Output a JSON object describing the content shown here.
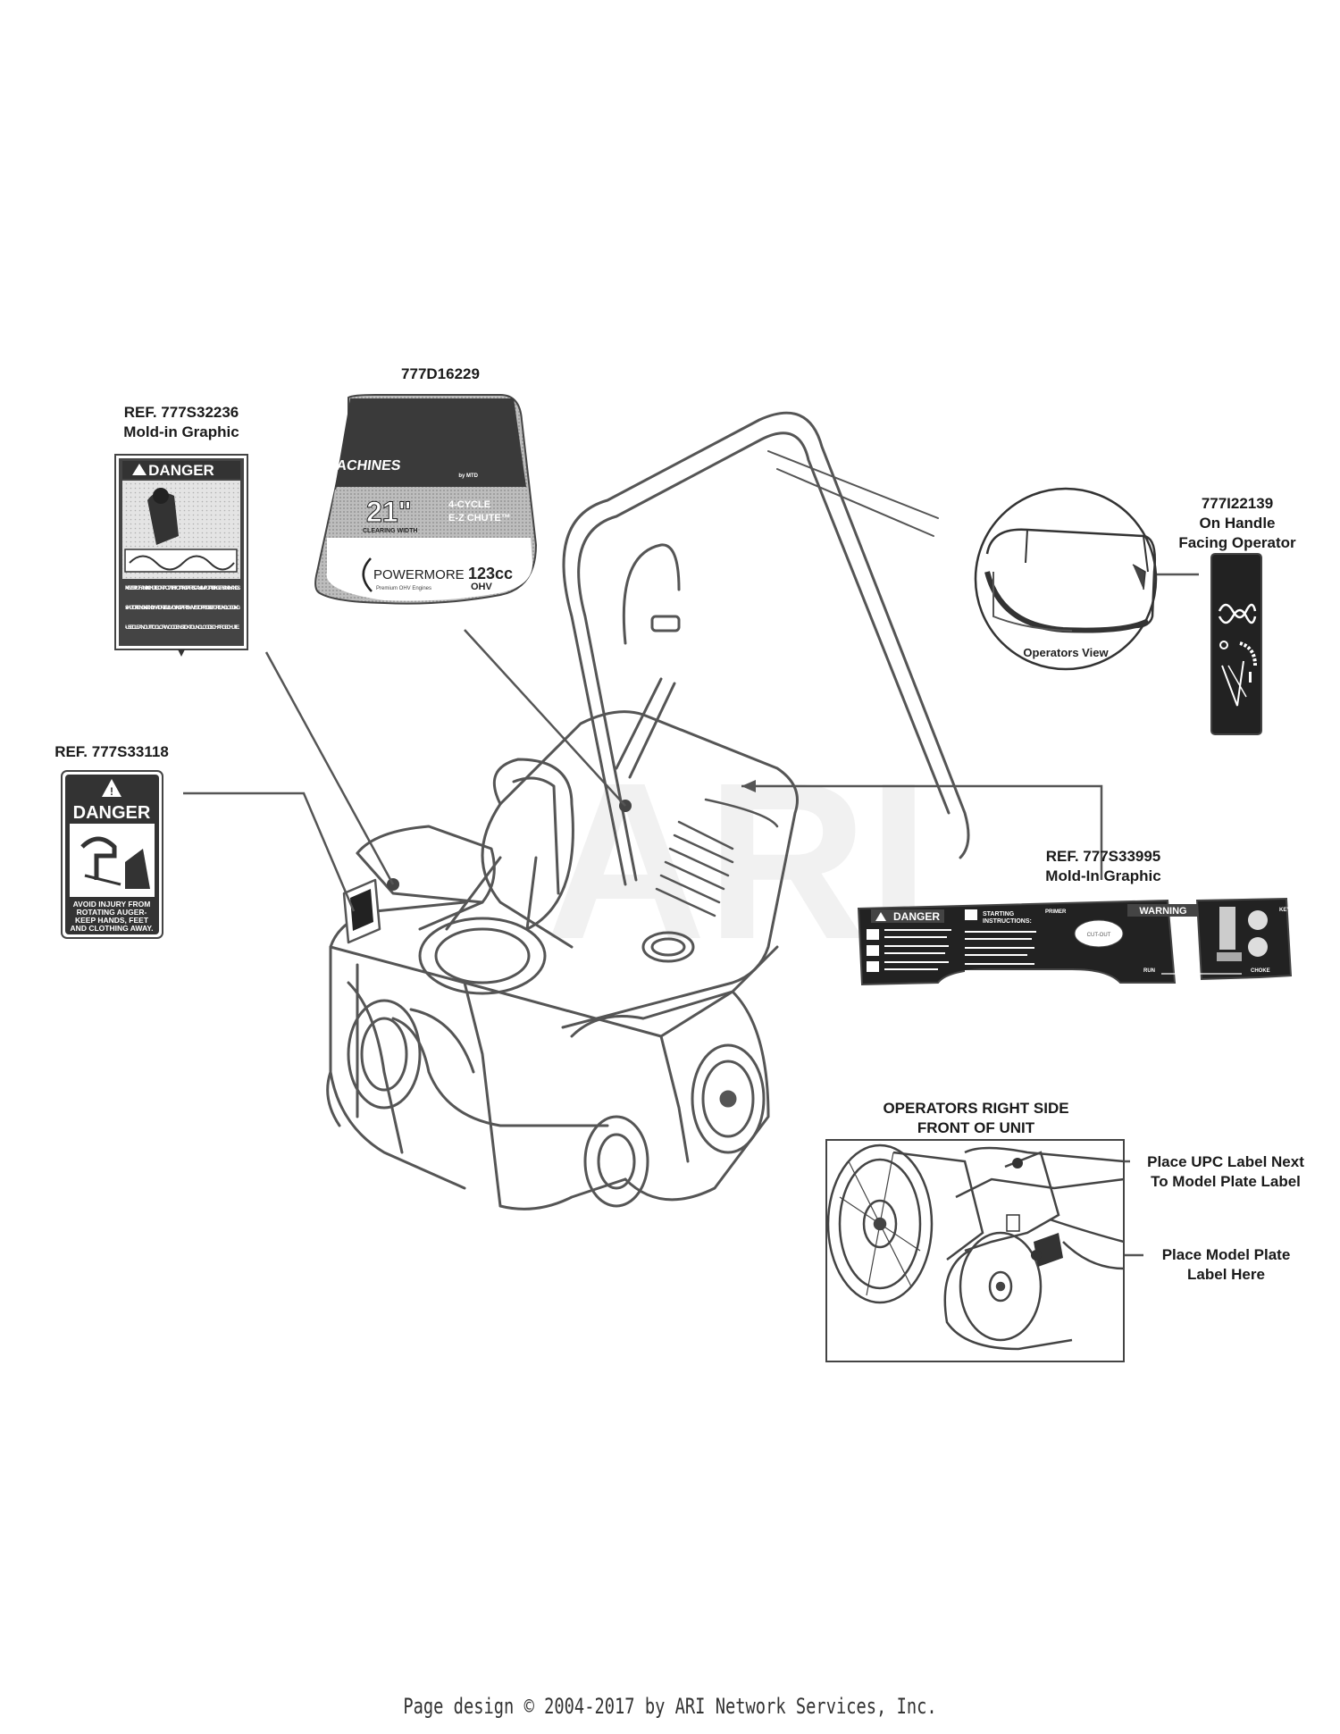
{
  "callouts": {
    "d16229": "777D16229",
    "s32236_ref": "REF. 777S32236",
    "s32236_sub": "Mold-in Graphic",
    "s33118_ref": "REF.  777S33118",
    "i22139_part": "777I22139",
    "i22139_l1": "On Handle",
    "i22139_l2": "Facing Operator",
    "s33995_ref": "REF. 777S33995",
    "s33995_sub": "Mold-In Graphic",
    "inset_t1": "OPERATORS RIGHT SIDE",
    "inset_t2": "FRONT OF UNIT",
    "upc_l1": "Place UPC Label Next",
    "upc_l2": "To Model Plate Label",
    "model_l1": "Place Model Plate",
    "model_l2": "Label Here"
  },
  "decal_s32236": {
    "header": "DANGER",
    "text1": "• NEVER PUT HAND IN CHUTE. CONTACT WITH ROTATING PARTS CAN AMPUTATE FINGERS AND HANDS.",
    "text2": "• SHUT OFF ENGINE AND WAIT UNTIL ALL MOVING PARTS HAVE STOPPED BEFORE UNCLOGGING.",
    "text3": "• USE CLEAN-OUT TOOL OR WOODEN STICK TO UNCLOG DISCHARGE CHUTE."
  },
  "decal_d16229": {
    "brand": "YARD MACHINES",
    "brand_sub": "by MTD",
    "width": "21\"",
    "width_sub": "CLEARING WIDTH",
    "cycle": "4-CYCLE",
    "chute": "E-Z CHUTE™",
    "engine_brand": "POWERMORE",
    "engine_sub": "Premium OHV Engines",
    "cc": "123cc",
    "ohv": "OHV"
  },
  "decal_s33118": {
    "header": "DANGER",
    "text1": "AVOID INJURY FROM",
    "text2": "ROTATING AUGER-",
    "text3": "KEEP HANDS, FEET",
    "text4": "AND CLOTHING AWAY."
  },
  "decal_s33995": {
    "danger": "DANGER",
    "starting1": "STARTING",
    "starting2": "INSTRUCTIONS:",
    "primer": "PRIMER",
    "cutout": "CUT-OUT",
    "warning": "WARNING",
    "run": "RUN",
    "choke": "CHOKE",
    "key": "KEY"
  },
  "handle_view": {
    "caption": "Operators View"
  },
  "watermark": "ARI",
  "footer": "Page design © 2004-2017 by ARI Network Services, Inc."
}
